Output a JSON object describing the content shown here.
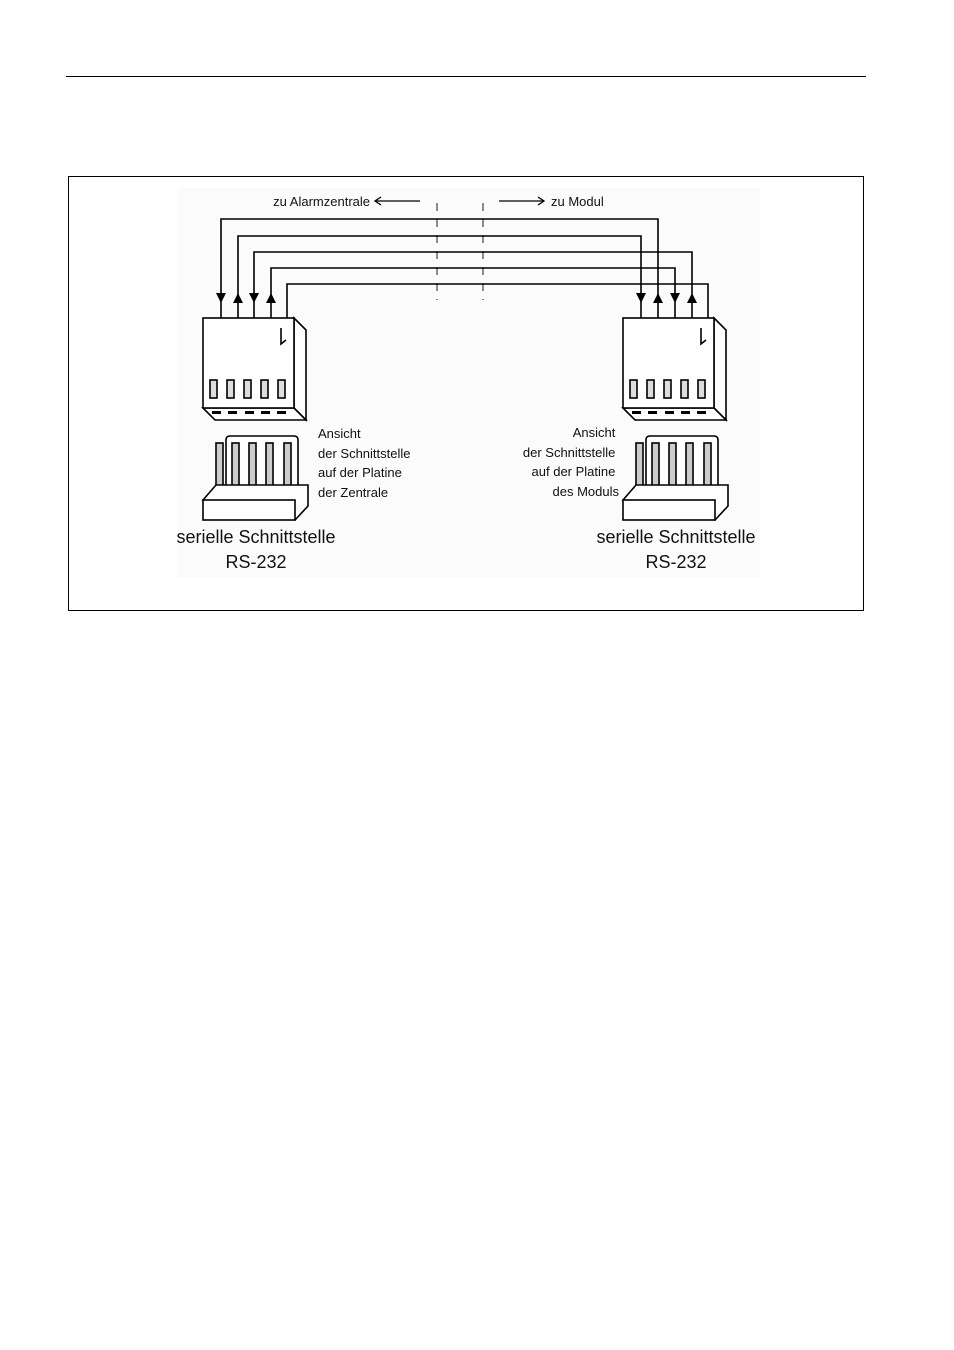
{
  "diagram": {
    "label_left_direction": "zu Alarmzentrale",
    "label_right_direction": "zu Modul",
    "left": {
      "view_caption": [
        "Ansicht",
        "der Schnittstelle",
        "auf der Platine",
        "der Zentrale"
      ],
      "title": "serielle Schnittstelle",
      "subtitle": "RS-232"
    },
    "right": {
      "view_caption": [
        "Ansicht",
        "der Schnittstelle",
        "auf der Platine",
        "des Moduls"
      ],
      "title": "serielle Schnittstelle",
      "subtitle": "RS-232"
    }
  }
}
